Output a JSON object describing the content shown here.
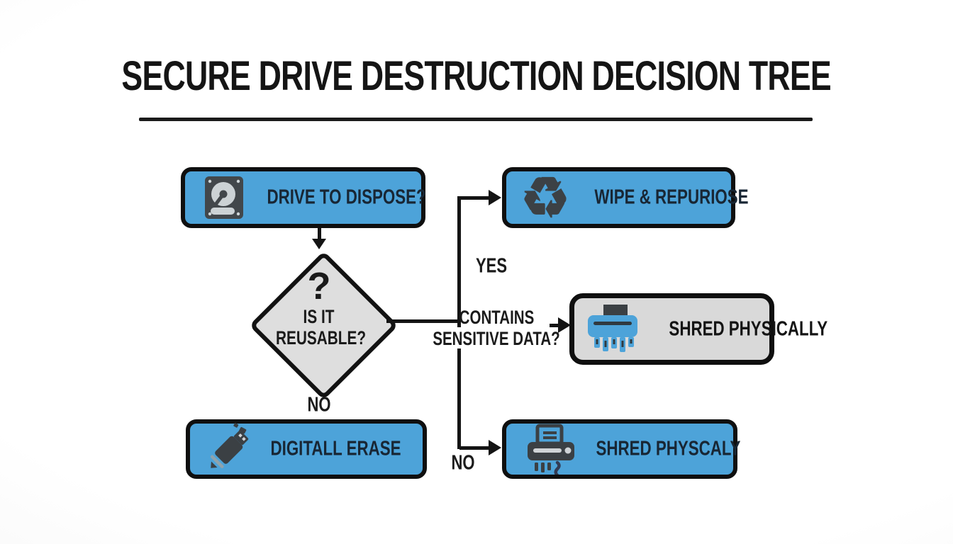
{
  "title": "SECURE DRIVE DESTRUCTION DECISION TREE",
  "colors": {
    "node_blue": "#4da3d9",
    "node_gray": "#d9d9d9",
    "diamond_gray": "#dedede",
    "line": "#141414",
    "label_navy": "#182634"
  },
  "nodes": {
    "start": {
      "label": "DRIVE TO DISPOSE?",
      "icon": "hard-drive-icon"
    },
    "decision": {
      "mark": "?",
      "line1": "IS IT",
      "line2": "REUSABLE?"
    },
    "wipe": {
      "label": "WIPE & REPURIOSE",
      "icon": "recycle-icon"
    },
    "shred_sensitive": {
      "label": "SHRED PHYSICALLY",
      "icon": "shredder-icon"
    },
    "erase": {
      "label": "DIGITALL ERASE",
      "icon": "usb-drive-icon"
    },
    "shred_no": {
      "label": "SHRED PHYSCALY",
      "icon": "printer-shredder-icon"
    }
  },
  "edges": {
    "yes": "YES",
    "contains_line1": "CONTAINS",
    "contains_line2": "SENSITIVE DATA?",
    "no_reusable": "NO",
    "no_sensitive": "NO"
  },
  "icons": {
    "recycle_glyph": "♻"
  }
}
